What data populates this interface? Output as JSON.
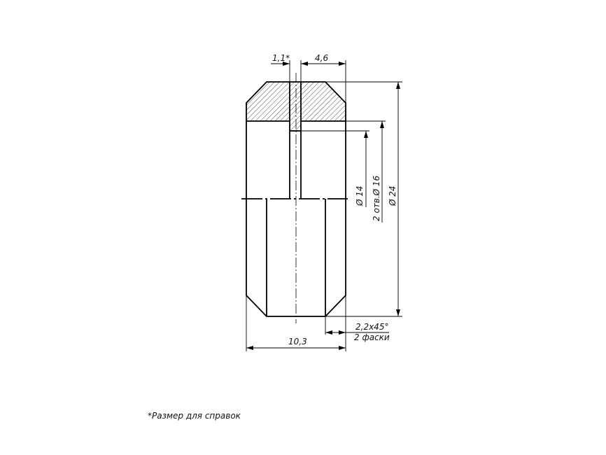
{
  "drawing": {
    "dimensions": {
      "slot_width": "1,1*",
      "slot_offset": "4,6",
      "inner_diameter": "Ø 14",
      "holes_diameter": "2 отв.Ø 16",
      "outer_diameter": "Ø 24",
      "chamfer": "2,2x45°",
      "chamfer_count": "2 фаски",
      "length": "10,3"
    },
    "footnote": "*Размер для справок"
  }
}
